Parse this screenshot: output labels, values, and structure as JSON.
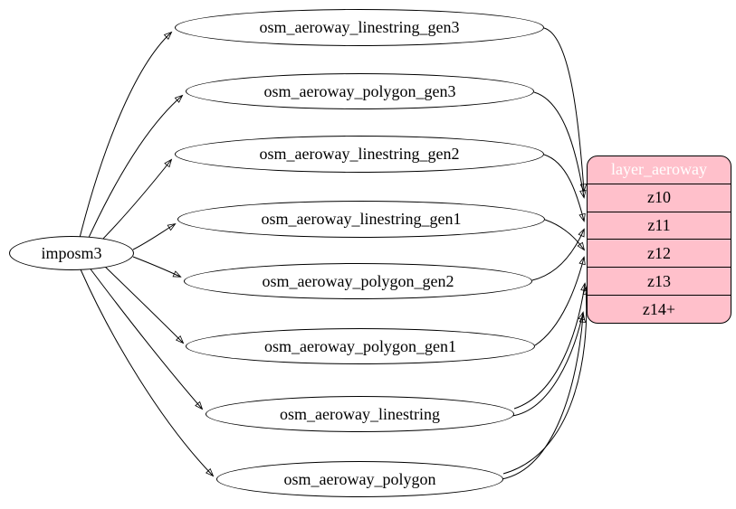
{
  "diagram": {
    "source": {
      "label": "imposm3"
    },
    "tables": [
      {
        "label": "osm_aeroway_linestring_gen3"
      },
      {
        "label": "osm_aeroway_polygon_gen3"
      },
      {
        "label": "osm_aeroway_linestring_gen2"
      },
      {
        "label": "osm_aeroway_linestring_gen1"
      },
      {
        "label": "osm_aeroway_polygon_gen2"
      },
      {
        "label": "osm_aeroway_polygon_gen1"
      },
      {
        "label": "osm_aeroway_linestring"
      },
      {
        "label": "osm_aeroway_polygon"
      }
    ],
    "layer": {
      "title": "layer_aeroway",
      "rows": [
        "z10",
        "z11",
        "z12",
        "z13",
        "z14+"
      ],
      "fill_color": "#ffc0cb",
      "border_color": "#000000",
      "title_text_color": "#ffffff"
    },
    "edges": [
      {
        "from": "imposm3",
        "to": "osm_aeroway_linestring_gen3"
      },
      {
        "from": "imposm3",
        "to": "osm_aeroway_polygon_gen3"
      },
      {
        "from": "imposm3",
        "to": "osm_aeroway_linestring_gen2"
      },
      {
        "from": "imposm3",
        "to": "osm_aeroway_linestring_gen1"
      },
      {
        "from": "imposm3",
        "to": "osm_aeroway_polygon_gen2"
      },
      {
        "from": "imposm3",
        "to": "osm_aeroway_polygon_gen1"
      },
      {
        "from": "imposm3",
        "to": "osm_aeroway_linestring"
      },
      {
        "from": "imposm3",
        "to": "osm_aeroway_polygon"
      },
      {
        "from": "osm_aeroway_linestring_gen3",
        "to": "layer_aeroway.z10"
      },
      {
        "from": "osm_aeroway_polygon_gen3",
        "to": "layer_aeroway.z10"
      },
      {
        "from": "osm_aeroway_linestring_gen2",
        "to": "layer_aeroway.z11"
      },
      {
        "from": "osm_aeroway_polygon_gen2",
        "to": "layer_aeroway.z11"
      },
      {
        "from": "osm_aeroway_linestring_gen1",
        "to": "layer_aeroway.z12"
      },
      {
        "from": "osm_aeroway_polygon_gen1",
        "to": "layer_aeroway.z12"
      },
      {
        "from": "osm_aeroway_linestring",
        "to": "layer_aeroway.z13"
      },
      {
        "from": "osm_aeroway_linestring",
        "to": "layer_aeroway.z14+"
      },
      {
        "from": "osm_aeroway_polygon",
        "to": "layer_aeroway.z13"
      },
      {
        "from": "osm_aeroway_polygon",
        "to": "layer_aeroway.z14+"
      }
    ]
  }
}
